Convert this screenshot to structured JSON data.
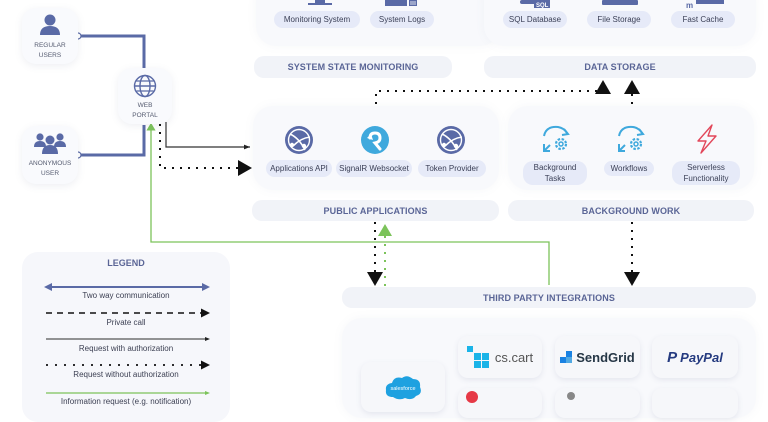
{
  "users": {
    "regular": "REGULAR\nUSERS",
    "regular_line1": "REGULAR",
    "regular_line2": "USERS",
    "anonymous_line1": "ANONYMOUS",
    "anonymous_line2": "USER"
  },
  "portal": {
    "line1": "WEB",
    "line2": "PORTAL"
  },
  "system_state": {
    "title": "SYSTEM STATE MONITORING",
    "items": [
      {
        "label": "Monitoring System",
        "icon": "monitor-icon"
      },
      {
        "label": "System Logs",
        "icon": "log-icon"
      }
    ]
  },
  "data_storage": {
    "title": "DATA STORAGE",
    "items": [
      {
        "label": "SQL Database",
        "icon": "sql-database-icon"
      },
      {
        "label": "File Storage",
        "icon": "file-storage-icon"
      },
      {
        "label": "Fast Cache",
        "icon": "cache-icon"
      }
    ]
  },
  "public_applications": {
    "title": "PUBLIC APPLICATIONS",
    "items": [
      {
        "label": "Applications API",
        "icon": "app-service-icon"
      },
      {
        "label": "SignalR Websocket",
        "icon": "signalr-icon"
      },
      {
        "label": "Token Provider",
        "icon": "app-service-icon"
      }
    ]
  },
  "background_work": {
    "title": "BACKGROUND WORK",
    "items": [
      {
        "label_line1": "Background",
        "label_line2": "Tasks",
        "icon": "gear-cycle-icon"
      },
      {
        "label_line1": "Workflows",
        "label_line2": "",
        "icon": "gear-cycle-icon"
      },
      {
        "label_line1": "Serverless",
        "label_line2": "Functionality",
        "icon": "lightning-icon"
      }
    ]
  },
  "third_party": {
    "title": "THIRD PARTY INTEGRATIONS",
    "brands": [
      "salesforce",
      "cs.cart",
      "SendGrid",
      "PayPal"
    ]
  },
  "legend": {
    "title": "LEGEND",
    "items": [
      "Two way communication",
      "Private call",
      "Request with authorization",
      "Request without authorization",
      "Information request (e.g. notification)"
    ]
  },
  "colors": {
    "primary": "#5a6aa6",
    "accent_blue": "#3fa9dd",
    "accent_green": "#7cc35a",
    "serverless_red": "#e2475a",
    "text_title": "#5a6596"
  }
}
